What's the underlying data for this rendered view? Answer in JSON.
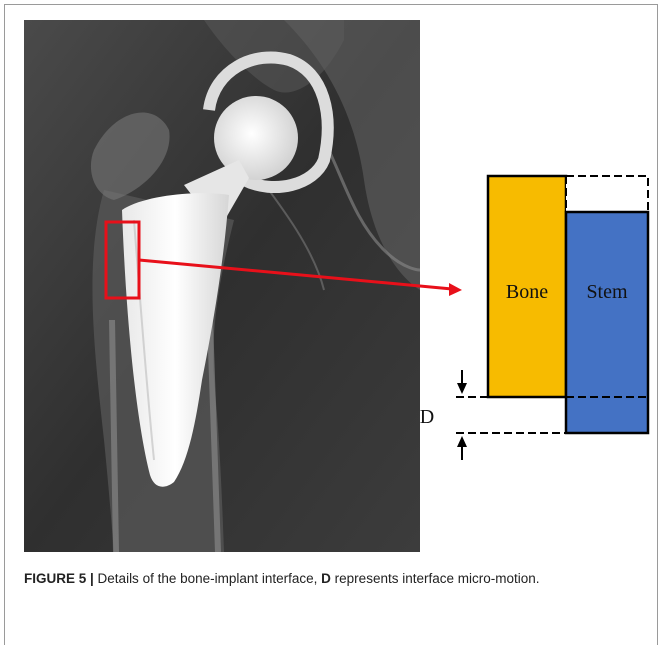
{
  "caption": {
    "label": "FIGURE 5 |",
    "text_before": " Details of the bone-implant interface, ",
    "bold_term": "D",
    "text_after": " represents interface micro-motion."
  },
  "diagram": {
    "bone_label": "Bone",
    "stem_label": "Stem",
    "displacement_label": "D",
    "colors": {
      "bone": "#f7bb00",
      "stem": "#4472c4",
      "highlight": "#e8101a",
      "outline": "#000000"
    }
  }
}
